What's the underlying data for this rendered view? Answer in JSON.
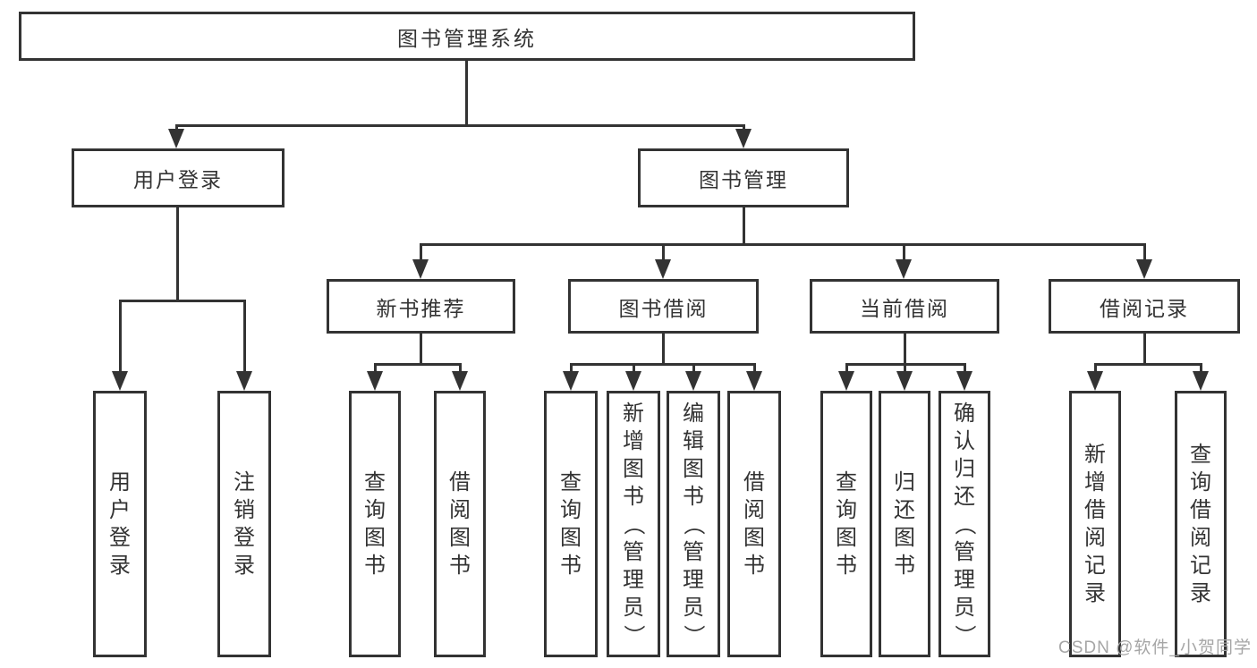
{
  "nodes": {
    "root": "图书管理系统",
    "level1": [
      "用户登录",
      "图书管理"
    ],
    "level2": [
      "新书推荐",
      "图书借阅",
      "当前借阅",
      "借阅记录"
    ],
    "leaves_user": [
      "用户登录",
      "注销登录"
    ],
    "leaves_newbook": [
      "查询图书",
      "借阅图书"
    ],
    "leaves_borrow": [
      "查询图书",
      "新增图书（管理员）",
      "编辑图书（管理员）",
      "借阅图书"
    ],
    "leaves_current": [
      "查询图书",
      "归还图书",
      "确认归还（管理员）"
    ],
    "leaves_record": [
      "新增借阅记录",
      "查询借阅记录"
    ]
  },
  "watermark": "CSDN @软件_小贺同学",
  "colors": {
    "line": "#333333",
    "text": "#333333",
    "watermark": "#a6a6a6",
    "background": "#ffffff"
  }
}
